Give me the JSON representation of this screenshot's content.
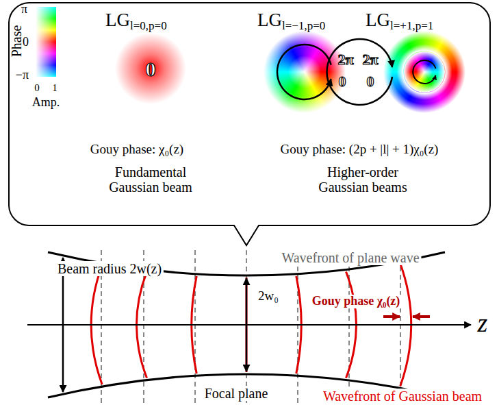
{
  "diagram": {
    "nodes": [
      {
        "text": [
          "LG",
          "l=0,p=0",
          "LG",
          "l=−1,p=0",
          "LG",
          "l=+1,p=1",
          "Phase",
          "π",
          "0",
          "−π",
          "0",
          "1",
          "Amp.",
          "0",
          "2π",
          "0",
          "2π",
          "0",
          "Gouy phase: χ₀(z)",
          "Gouy phase: (2p + |l| + 1)χ₀(z)",
          "Fundamental Gaussian beam",
          "Higher-order Gaussian beams"
        ]
      }
    ],
    "labels": [
      "Beam radius 2w(z)",
      "Wavefront of plane wave",
      "2w₀",
      "Gouy phase χ₀(z)",
      "z",
      "Focal plane",
      "Wavefront of Gaussian beam"
    ]
  }
}
